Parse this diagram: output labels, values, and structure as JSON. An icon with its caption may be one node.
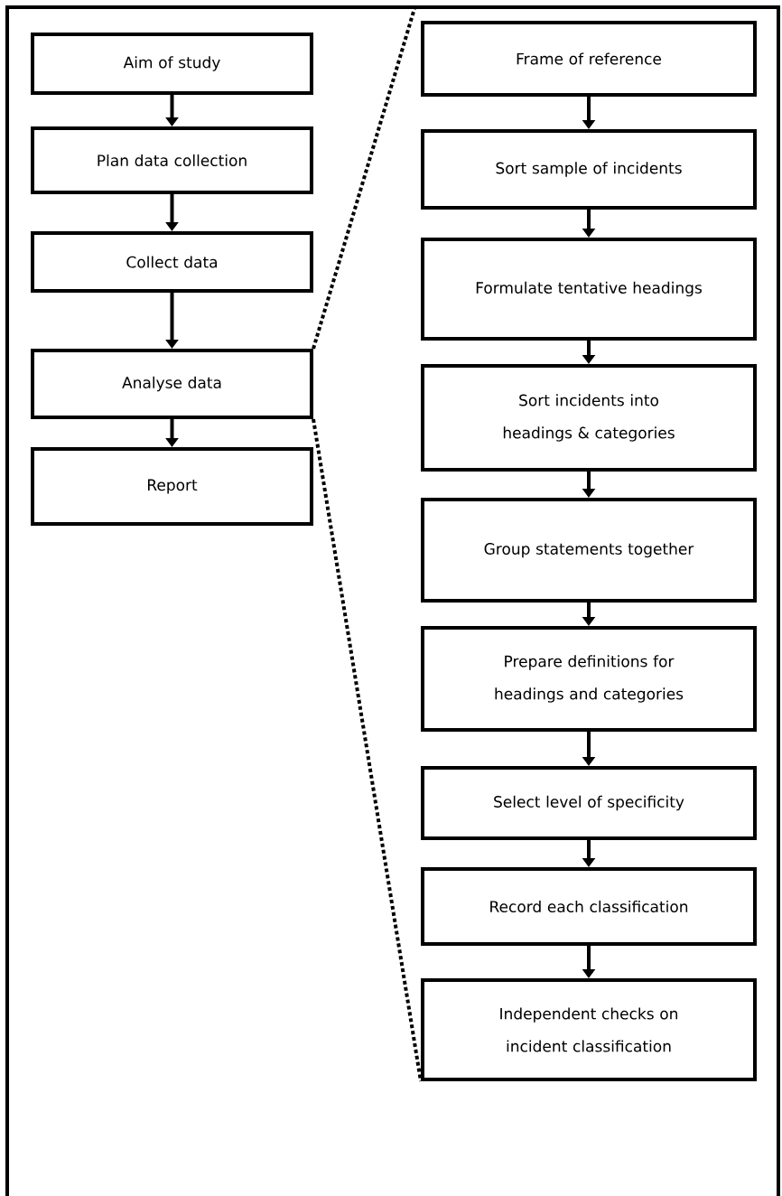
{
  "diagram": {
    "nodes": [
      {
        "text": [
          "Aim of study"
        ]
      },
      {
        "text": [
          "Plan data collection"
        ]
      },
      {
        "text": [
          "Collect data"
        ]
      },
      {
        "text": [
          "Analyse data"
        ]
      },
      {
        "text": [
          "Report"
        ]
      },
      {
        "text": [
          "Frame of reference"
        ]
      },
      {
        "text": [
          "Sort sample of incidents"
        ]
      },
      {
        "text": [
          "Formulate tentative headings"
        ]
      },
      {
        "text": [
          "Sort incidents into headings & categories"
        ]
      },
      {
        "text": [
          "Group statements together"
        ]
      },
      {
        "text": [
          "Prepare definitions for headings and categories"
        ]
      },
      {
        "text": [
          "Select level of specificity"
        ]
      },
      {
        "text": [
          "Record each classification"
        ]
      },
      {
        "text": [
          "Independent checks on incident classification"
        ]
      }
    ],
    "edges": [
      {
        "from": 0,
        "to": 1,
        "arrow": "to"
      },
      {
        "from": 1,
        "to": 2,
        "arrow": "to"
      },
      {
        "from": 2,
        "to": 3,
        "arrow": "to"
      },
      {
        "from": 3,
        "to": 4,
        "arrow": "to"
      },
      {
        "from": 5,
        "to": 6,
        "arrow": "to"
      },
      {
        "from": 6,
        "to": 7,
        "arrow": "to"
      },
      {
        "from": 7,
        "to": 8,
        "arrow": "to"
      },
      {
        "from": 8,
        "to": 9,
        "arrow": "to"
      },
      {
        "from": 9,
        "to": 10,
        "arrow": "to"
      },
      {
        "from": 10,
        "to": 11,
        "arrow": "to"
      },
      {
        "from": 11,
        "to": 12,
        "arrow": "to"
      },
      {
        "from": 12,
        "to": 13,
        "arrow": "to"
      },
      {
        "from": 3,
        "to": 5,
        "arrow": "none",
        "style": "dashed"
      },
      {
        "from": 3,
        "to": 13,
        "arrow": "none",
        "style": "dashed"
      }
    ]
  }
}
